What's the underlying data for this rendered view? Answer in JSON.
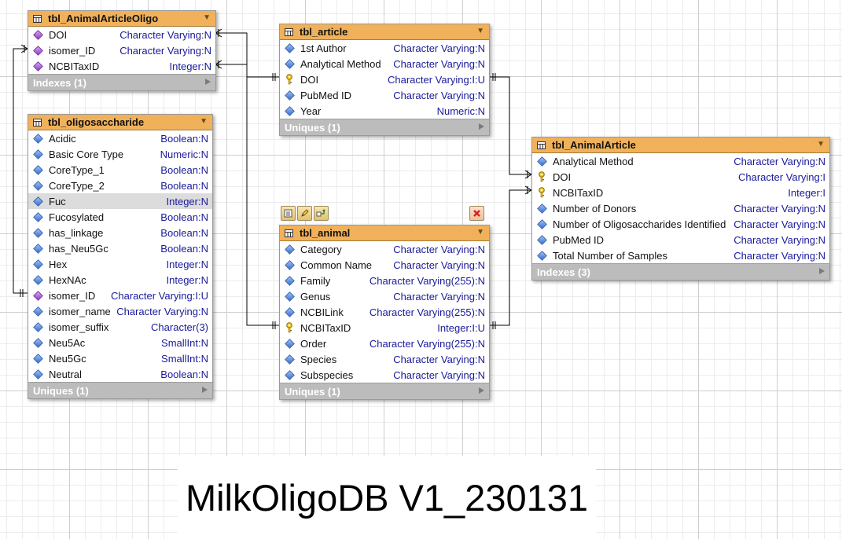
{
  "caption": "MilkOligoDB V1_230131",
  "tables": {
    "aao": {
      "title": "tbl_AnimalArticleOligo",
      "icon": "table-icon",
      "rows": [
        {
          "name": "DOI",
          "type": "Character Varying:N",
          "icon": "purple-diamond-icon"
        },
        {
          "name": "isomer_ID",
          "type": "Character Varying:N",
          "icon": "purple-diamond-icon"
        },
        {
          "name": "NCBITaxID",
          "type": "Integer:N",
          "icon": "purple-diamond-icon"
        }
      ],
      "footer": "Indexes (1)"
    },
    "article": {
      "title": "tbl_article",
      "icon": "table-icon",
      "rows": [
        {
          "name": "1st Author",
          "type": "Character Varying:N",
          "icon": "blue-diamond-icon"
        },
        {
          "name": "Analytical Method",
          "type": "Character Varying:N",
          "icon": "blue-diamond-icon"
        },
        {
          "name": "DOI",
          "type": "Character Varying:I:U",
          "icon": "key-icon"
        },
        {
          "name": "PubMed ID",
          "type": "Character Varying:N",
          "icon": "blue-diamond-icon"
        },
        {
          "name": "Year",
          "type": "Numeric:N",
          "icon": "blue-diamond-icon"
        }
      ],
      "footer": "Uniques (1)"
    },
    "oligo": {
      "title": "tbl_oligosaccharide",
      "icon": "table-icon",
      "rows": [
        {
          "name": "Acidic",
          "type": "Boolean:N",
          "icon": "blue-diamond-icon"
        },
        {
          "name": "Basic Core Type",
          "type": "Numeric:N",
          "icon": "blue-diamond-icon"
        },
        {
          "name": "CoreType_1",
          "type": "Boolean:N",
          "icon": "blue-diamond-icon"
        },
        {
          "name": "CoreType_2",
          "type": "Boolean:N",
          "icon": "blue-diamond-icon"
        },
        {
          "name": "Fuc",
          "type": "Integer:N",
          "icon": "blue-diamond-icon",
          "selected": true
        },
        {
          "name": "Fucosylated",
          "type": "Boolean:N",
          "icon": "blue-diamond-icon"
        },
        {
          "name": "has_linkage",
          "type": "Boolean:N",
          "icon": "blue-diamond-icon"
        },
        {
          "name": "has_Neu5Gc",
          "type": "Boolean:N",
          "icon": "blue-diamond-icon"
        },
        {
          "name": "Hex",
          "type": "Integer:N",
          "icon": "blue-diamond-icon"
        },
        {
          "name": "HexNAc",
          "type": "Integer:N",
          "icon": "blue-diamond-icon"
        },
        {
          "name": "isomer_ID",
          "type": "Character Varying:I:U",
          "icon": "purple-diamond-icon"
        },
        {
          "name": "isomer_name",
          "type": "Character Varying:N",
          "icon": "blue-diamond-icon"
        },
        {
          "name": "isomer_suffix",
          "type": "Character(3)",
          "icon": "blue-diamond-icon"
        },
        {
          "name": "Neu5Ac",
          "type": "SmallInt:N",
          "icon": "blue-diamond-icon"
        },
        {
          "name": "Neu5Gc",
          "type": "SmallInt:N",
          "icon": "blue-diamond-icon"
        },
        {
          "name": "Neutral",
          "type": "Boolean:N",
          "icon": "blue-diamond-icon"
        }
      ],
      "footer": "Uniques (1)"
    },
    "animal": {
      "title": "tbl_animal",
      "icon": "table-icon",
      "rows": [
        {
          "name": "Category",
          "type": "Character Varying:N",
          "icon": "blue-diamond-icon"
        },
        {
          "name": "Common Name",
          "type": "Character Varying:N",
          "icon": "blue-diamond-icon"
        },
        {
          "name": "Family",
          "type": "Character Varying(255):N",
          "icon": "blue-diamond-icon"
        },
        {
          "name": "Genus",
          "type": "Character Varying:N",
          "icon": "blue-diamond-icon"
        },
        {
          "name": "NCBILink",
          "type": "Character Varying(255):N",
          "icon": "blue-diamond-icon"
        },
        {
          "name": "NCBITaxID",
          "type": "Integer:I:U",
          "icon": "key-icon"
        },
        {
          "name": "Order",
          "type": "Character Varying(255):N",
          "icon": "blue-diamond-icon"
        },
        {
          "name": "Species",
          "type": "Character Varying:N",
          "icon": "blue-diamond-icon"
        },
        {
          "name": "Subspecies",
          "type": "Character Varying:N",
          "icon": "blue-diamond-icon"
        }
      ],
      "footer": "Uniques (1)"
    },
    "aa": {
      "title": "tbl_AnimalArticle",
      "icon": "table-icon",
      "rows": [
        {
          "name": "Analytical Method",
          "type": "Character Varying:N",
          "icon": "blue-diamond-icon"
        },
        {
          "name": "DOI",
          "type": "Character Varying:I",
          "icon": "key-icon"
        },
        {
          "name": "NCBITaxID",
          "type": "Integer:I",
          "icon": "key-icon"
        },
        {
          "name": "Number of Donors",
          "type": "Character Varying:N",
          "icon": "blue-diamond-icon"
        },
        {
          "name": "Number of Oligosaccharides Identified",
          "type": "Character Varying:N",
          "icon": "blue-diamond-icon"
        },
        {
          "name": "PubMed ID",
          "type": "Character Varying:N",
          "icon": "blue-diamond-icon"
        },
        {
          "name": "Total Number of Samples",
          "type": "Character Varying:N",
          "icon": "blue-diamond-icon"
        }
      ],
      "footer": "Indexes (3)"
    }
  },
  "toolbar": {
    "buttons": [
      "list-icon",
      "pencil-icon",
      "add-relation-icon"
    ],
    "delete": "delete-icon"
  },
  "colors": {
    "header": "#f0b15a",
    "footer": "#bcbcbc",
    "type_text": "#1a1a9a",
    "selected_row": "#dcdcdc"
  }
}
